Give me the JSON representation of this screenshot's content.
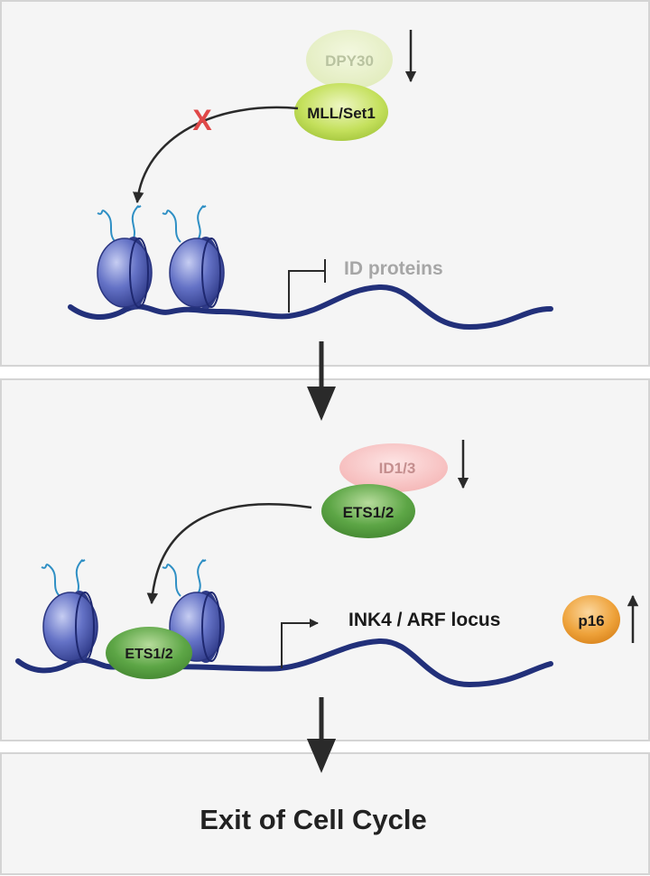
{
  "panel1": {
    "dpy30": "DPY30",
    "mll_set1": "MLL/Set1",
    "blocked_mark": "X",
    "id_proteins": "ID proteins"
  },
  "panel2": {
    "id13": "ID1/3",
    "ets12_free": "ETS1/2",
    "ets12_bound": "ETS1/2",
    "ink4_arf": "INK4 / ARF locus",
    "p16": "p16"
  },
  "panel3": {
    "outcome": "Exit of Cell Cycle"
  },
  "colors": {
    "panel_bg": "#f5f5f5",
    "panel_border": "#d4d4d4",
    "dna": "#22307a",
    "nucleosome": "#4b5ab3",
    "histone_tail": "#2e8fc4",
    "mll_green": "#b3d44a",
    "ets_green": "#4f9a3c",
    "id_pink": "#f2a8a8",
    "p16_orange": "#e8902a",
    "inhibit_red": "#e04848",
    "arrow": "#2a2a2a"
  }
}
